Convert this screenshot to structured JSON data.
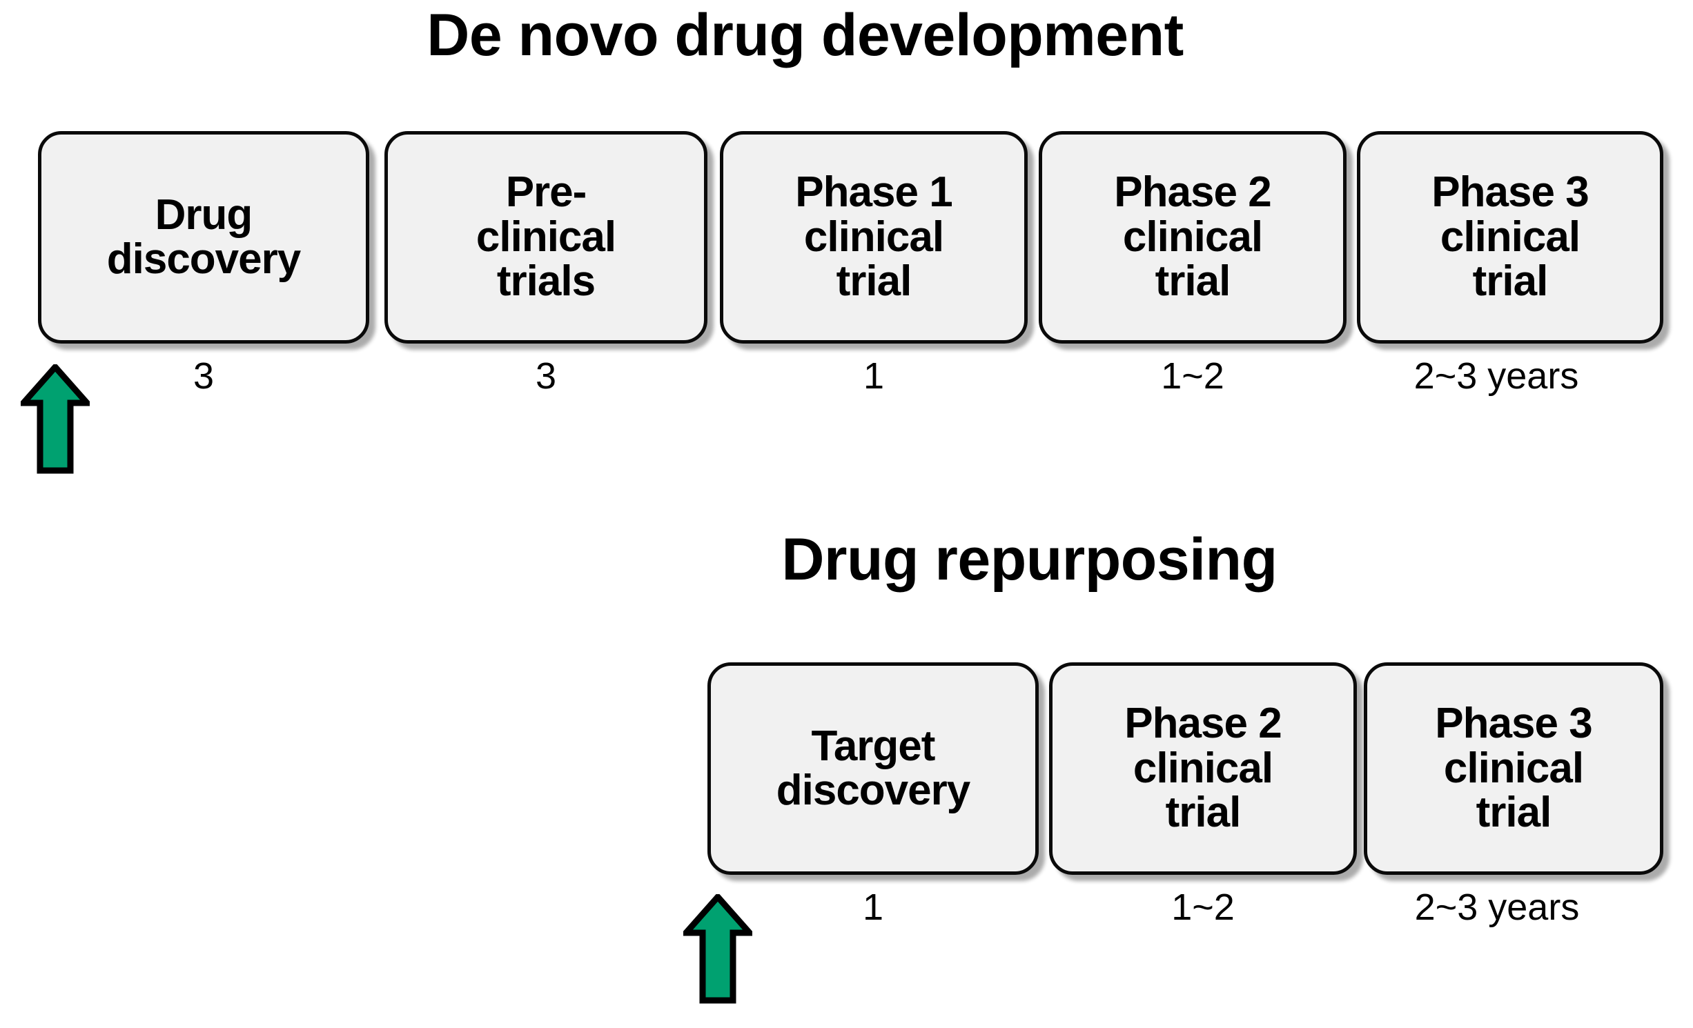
{
  "diagram": {
    "background_color": "#ffffff",
    "box_fill_color": "#f1f1f1",
    "box_border_color": "#0a0a0a",
    "arrow_color": "#00a170",
    "arrow_outline_color": "#000000",
    "text_color": "#000000"
  },
  "sections": [
    {
      "id": "de-novo",
      "title": "De novo drug development",
      "arrow_name": "entry-point-arrow-de-novo",
      "stages": [
        {
          "label": "Drug\ndiscovery",
          "duration": "3"
        },
        {
          "label": "Pre-\nclinical\ntrials",
          "duration": "3"
        },
        {
          "label": "Phase 1\nclinical\ntrial",
          "duration": "1"
        },
        {
          "label": "Phase 2\nclinical\ntrial",
          "duration": "1~2"
        },
        {
          "label": "Phase 3\nclinical\ntrial",
          "duration": "2~3 years"
        }
      ]
    },
    {
      "id": "drug-repurposing",
      "title": "Drug repurposing",
      "arrow_name": "entry-point-arrow-repurposing",
      "stages": [
        {
          "label": "Target\ndiscovery",
          "duration": "1"
        },
        {
          "label": "Phase 2\nclinical\ntrial",
          "duration": "1~2"
        },
        {
          "label": "Phase 3\nclinical\ntrial",
          "duration": "2~3 years"
        }
      ]
    }
  ]
}
